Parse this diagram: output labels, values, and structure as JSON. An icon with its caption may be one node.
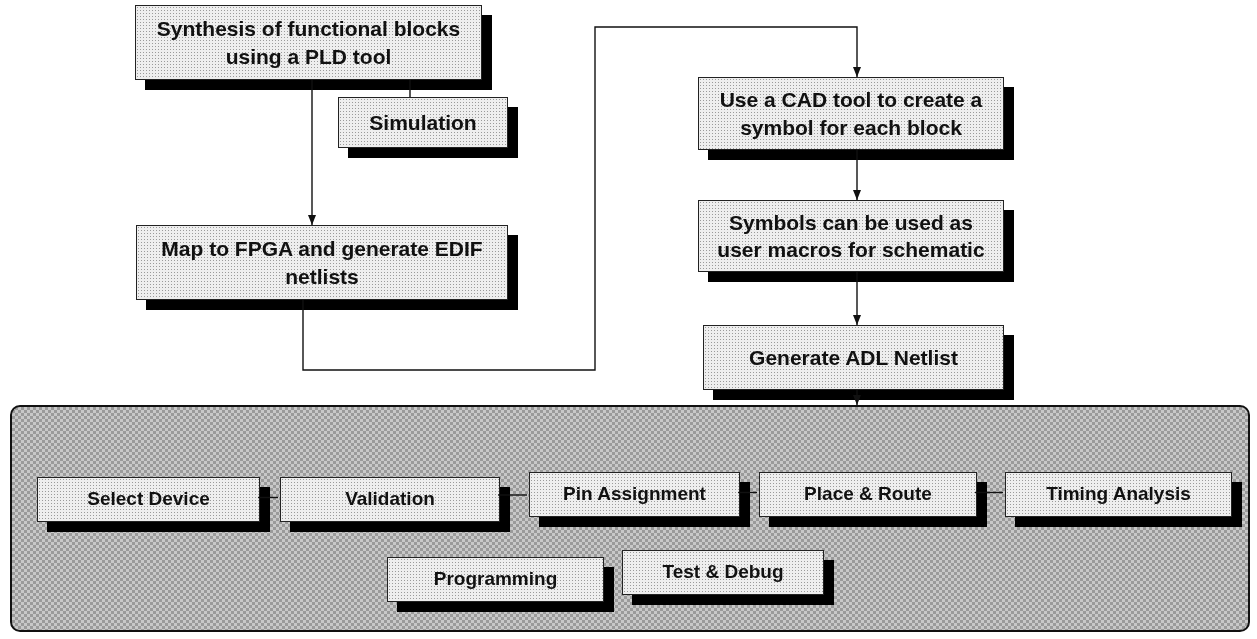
{
  "diagram": {
    "nodes": [
      {
        "text": [
          "Synthesis of functional blocks using a PLD tool"
        ]
      },
      {
        "text": [
          "Simulation"
        ]
      },
      {
        "text": [
          "Map to FPGA and generate EDIF netlists"
        ]
      },
      {
        "text": [
          "Use a CAD tool to create a symbol for each block"
        ]
      },
      {
        "text": [
          "Symbols can be used as user macros for schematic"
        ]
      },
      {
        "text": [
          "Generate ADL Netlist"
        ]
      },
      {
        "text": [],
        "shape": "box"
      },
      {
        "text": [
          "Select Device"
        ],
        "in": 6
      },
      {
        "text": [
          "Validation"
        ],
        "in": 6
      },
      {
        "text": [
          "Pin Assignment"
        ],
        "in": 6
      },
      {
        "text": [
          "Place & Route"
        ],
        "in": 6
      },
      {
        "text": [
          "Timing Analysis"
        ],
        "in": 6
      },
      {
        "text": [
          "Programming"
        ],
        "in": 6
      },
      {
        "text": [
          "Test & Debug"
        ],
        "in": 6
      }
    ],
    "edges": [
      {
        "from": 0,
        "to": 1,
        "arrow": "none"
      },
      {
        "from": 0,
        "to": 2,
        "arrow": "to"
      },
      {
        "from": 2,
        "to": 3,
        "arrow": "to"
      },
      {
        "from": 3,
        "to": 4,
        "arrow": "to"
      },
      {
        "from": 4,
        "to": 5,
        "arrow": "to"
      },
      {
        "from": 5,
        "to": 6,
        "arrow": "to"
      },
      {
        "from": 7,
        "to": 8,
        "arrow": "none"
      },
      {
        "from": 8,
        "to": 9,
        "arrow": "none"
      },
      {
        "from": 9,
        "to": 10,
        "arrow": "none"
      },
      {
        "from": 10,
        "to": 11,
        "arrow": "none"
      }
    ]
  }
}
